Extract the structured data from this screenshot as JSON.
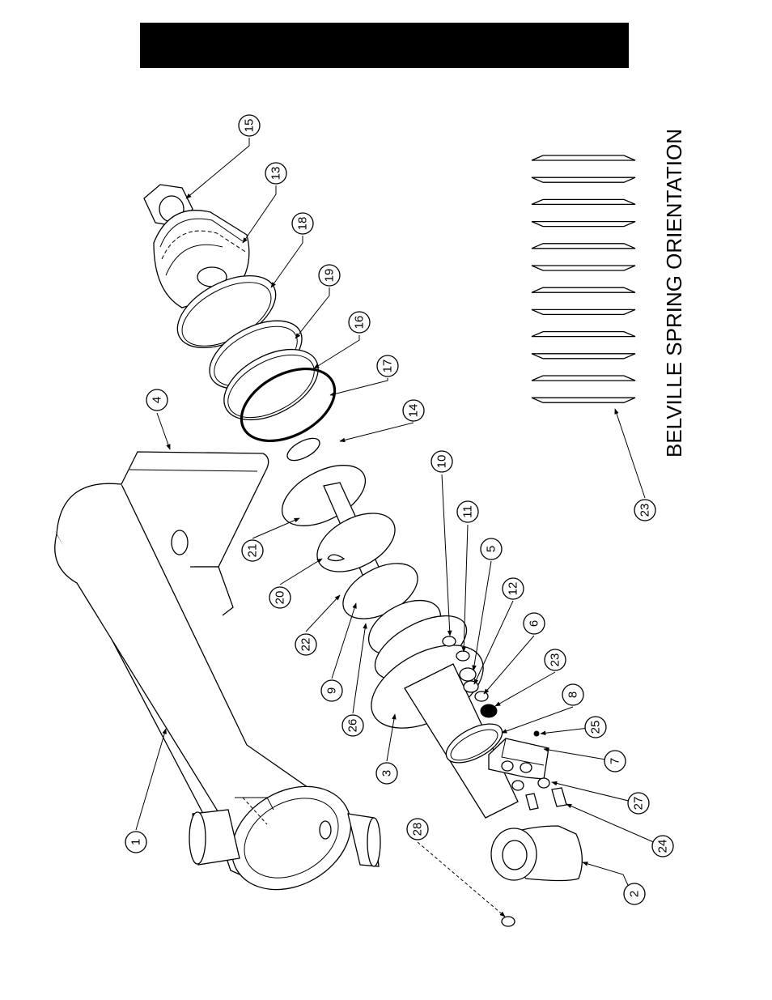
{
  "header": {
    "bar_color": "#000000"
  },
  "orientation_label": "BELVILLE SPRING ORIENTATION",
  "callouts": [
    "15",
    "13",
    "18",
    "19",
    "16",
    "17",
    "4",
    "14",
    "21",
    "20",
    "22",
    "9",
    "26",
    "3",
    "10",
    "11",
    "5",
    "12",
    "6",
    "23",
    "8",
    "25",
    "7",
    "27",
    "24",
    "2",
    "1",
    "28",
    "23"
  ],
  "spring_stack_count": 12
}
